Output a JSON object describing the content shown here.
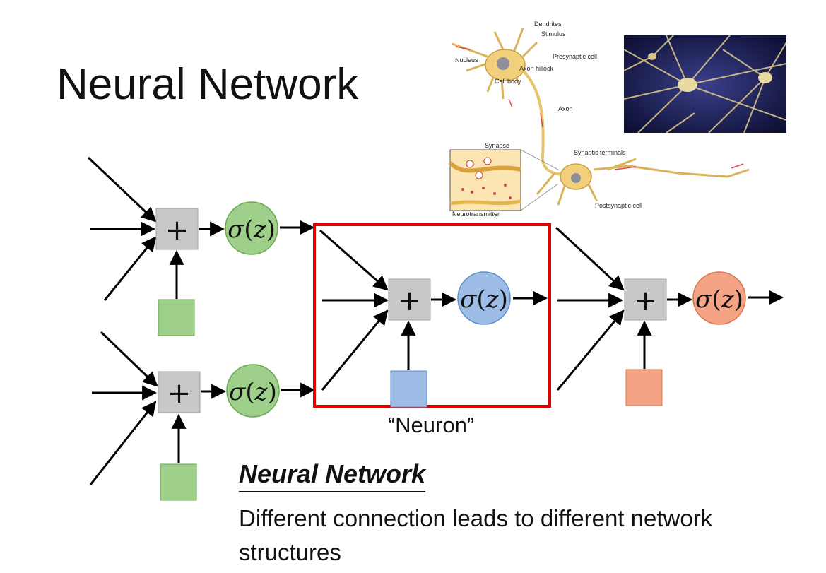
{
  "title": "Neural Network",
  "operators": {
    "sum": "+",
    "activation_sigma": "σ",
    "activation_arg": "z",
    "paren_open": "(",
    "paren_close": ")"
  },
  "neuron_label": "“Neuron”",
  "subheading": "Neural Network",
  "description": "Different connection leads to different network structures",
  "illustration": {
    "labels": {
      "dendrites": "Dendrites",
      "stimulus": "Stimulus",
      "nucleus": "Nucleus",
      "presynaptic_cell": "Presynaptic cell",
      "axon_hillock": "Axon hillock",
      "cell_body": "Cell body",
      "axon": "Axon",
      "synapse": "Synapse",
      "synaptic_terminals": "Synaptic terminals",
      "neurotransmitter": "Neurotransmitter",
      "postsynaptic_cell": "Postsynaptic cell"
    }
  },
  "colors": {
    "sum_box": "#c8c8c8",
    "green": "#9fd08b",
    "green_border": "#6aa64f",
    "blue": "#9dbde6",
    "blue_border": "#5f8fc9",
    "orange": "#f4a384",
    "orange_border": "#d9764f",
    "highlight": "#e00000"
  }
}
